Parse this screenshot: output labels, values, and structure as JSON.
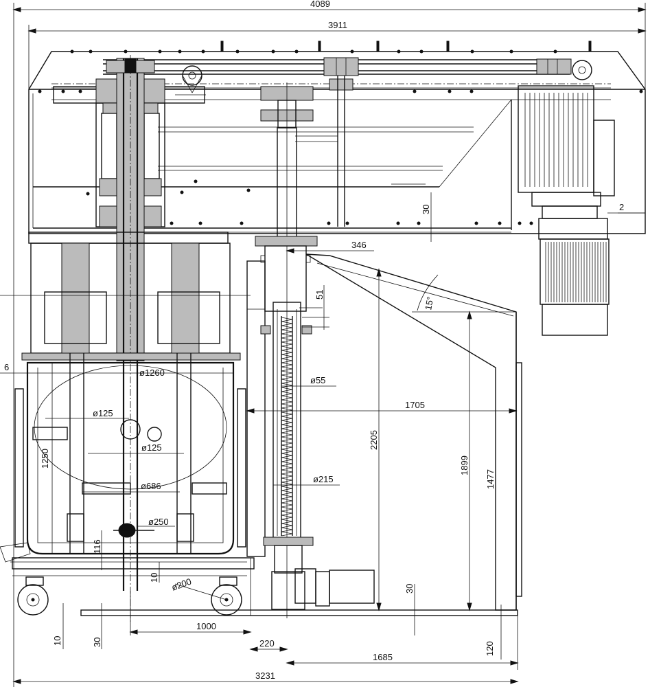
{
  "drawing": {
    "dimensions": [
      {
        "id": "overall-width-top",
        "text": "4089"
      },
      {
        "id": "frame-width",
        "text": "3911"
      },
      {
        "id": "frame-thickness",
        "text": "30"
      },
      {
        "id": "right-offset",
        "text": "2"
      },
      {
        "id": "column-offset",
        "text": "346"
      },
      {
        "id": "guide-gap",
        "text": "51"
      },
      {
        "id": "angle",
        "text": "15°"
      },
      {
        "id": "screw-dia",
        "text": "ø55"
      },
      {
        "id": "tube-dia",
        "text": "ø215"
      },
      {
        "id": "vessel-dia",
        "text": "ø1260"
      },
      {
        "id": "agitator-dia-1",
        "text": "ø125"
      },
      {
        "id": "agitator-dia-2",
        "text": "ø125"
      },
      {
        "id": "impeller-dia",
        "text": "ø686"
      },
      {
        "id": "bottom-dia",
        "text": "ø250"
      },
      {
        "id": "wheel-dia",
        "text": "ø200"
      },
      {
        "id": "left-offset",
        "text": "6"
      },
      {
        "id": "vessel-height",
        "text": "1250"
      },
      {
        "id": "bottom-gap",
        "text": "116"
      },
      {
        "id": "base-gap",
        "text": "10"
      },
      {
        "id": "lift-height",
        "text": "2205"
      },
      {
        "id": "cover-height",
        "text": "1899"
      },
      {
        "id": "door-height",
        "text": "1477"
      },
      {
        "id": "cover-depth",
        "text": "1705"
      },
      {
        "id": "plate-thickness",
        "text": "30"
      },
      {
        "id": "floor-gap-left",
        "text": "10"
      },
      {
        "id": "floor-plate-left",
        "text": "30"
      },
      {
        "id": "wheel-span",
        "text": "1000"
      },
      {
        "id": "column-base",
        "text": "220"
      },
      {
        "id": "base-length",
        "text": "1685"
      },
      {
        "id": "base-height",
        "text": "120"
      },
      {
        "id": "overall-width-bottom",
        "text": "3231"
      }
    ]
  }
}
